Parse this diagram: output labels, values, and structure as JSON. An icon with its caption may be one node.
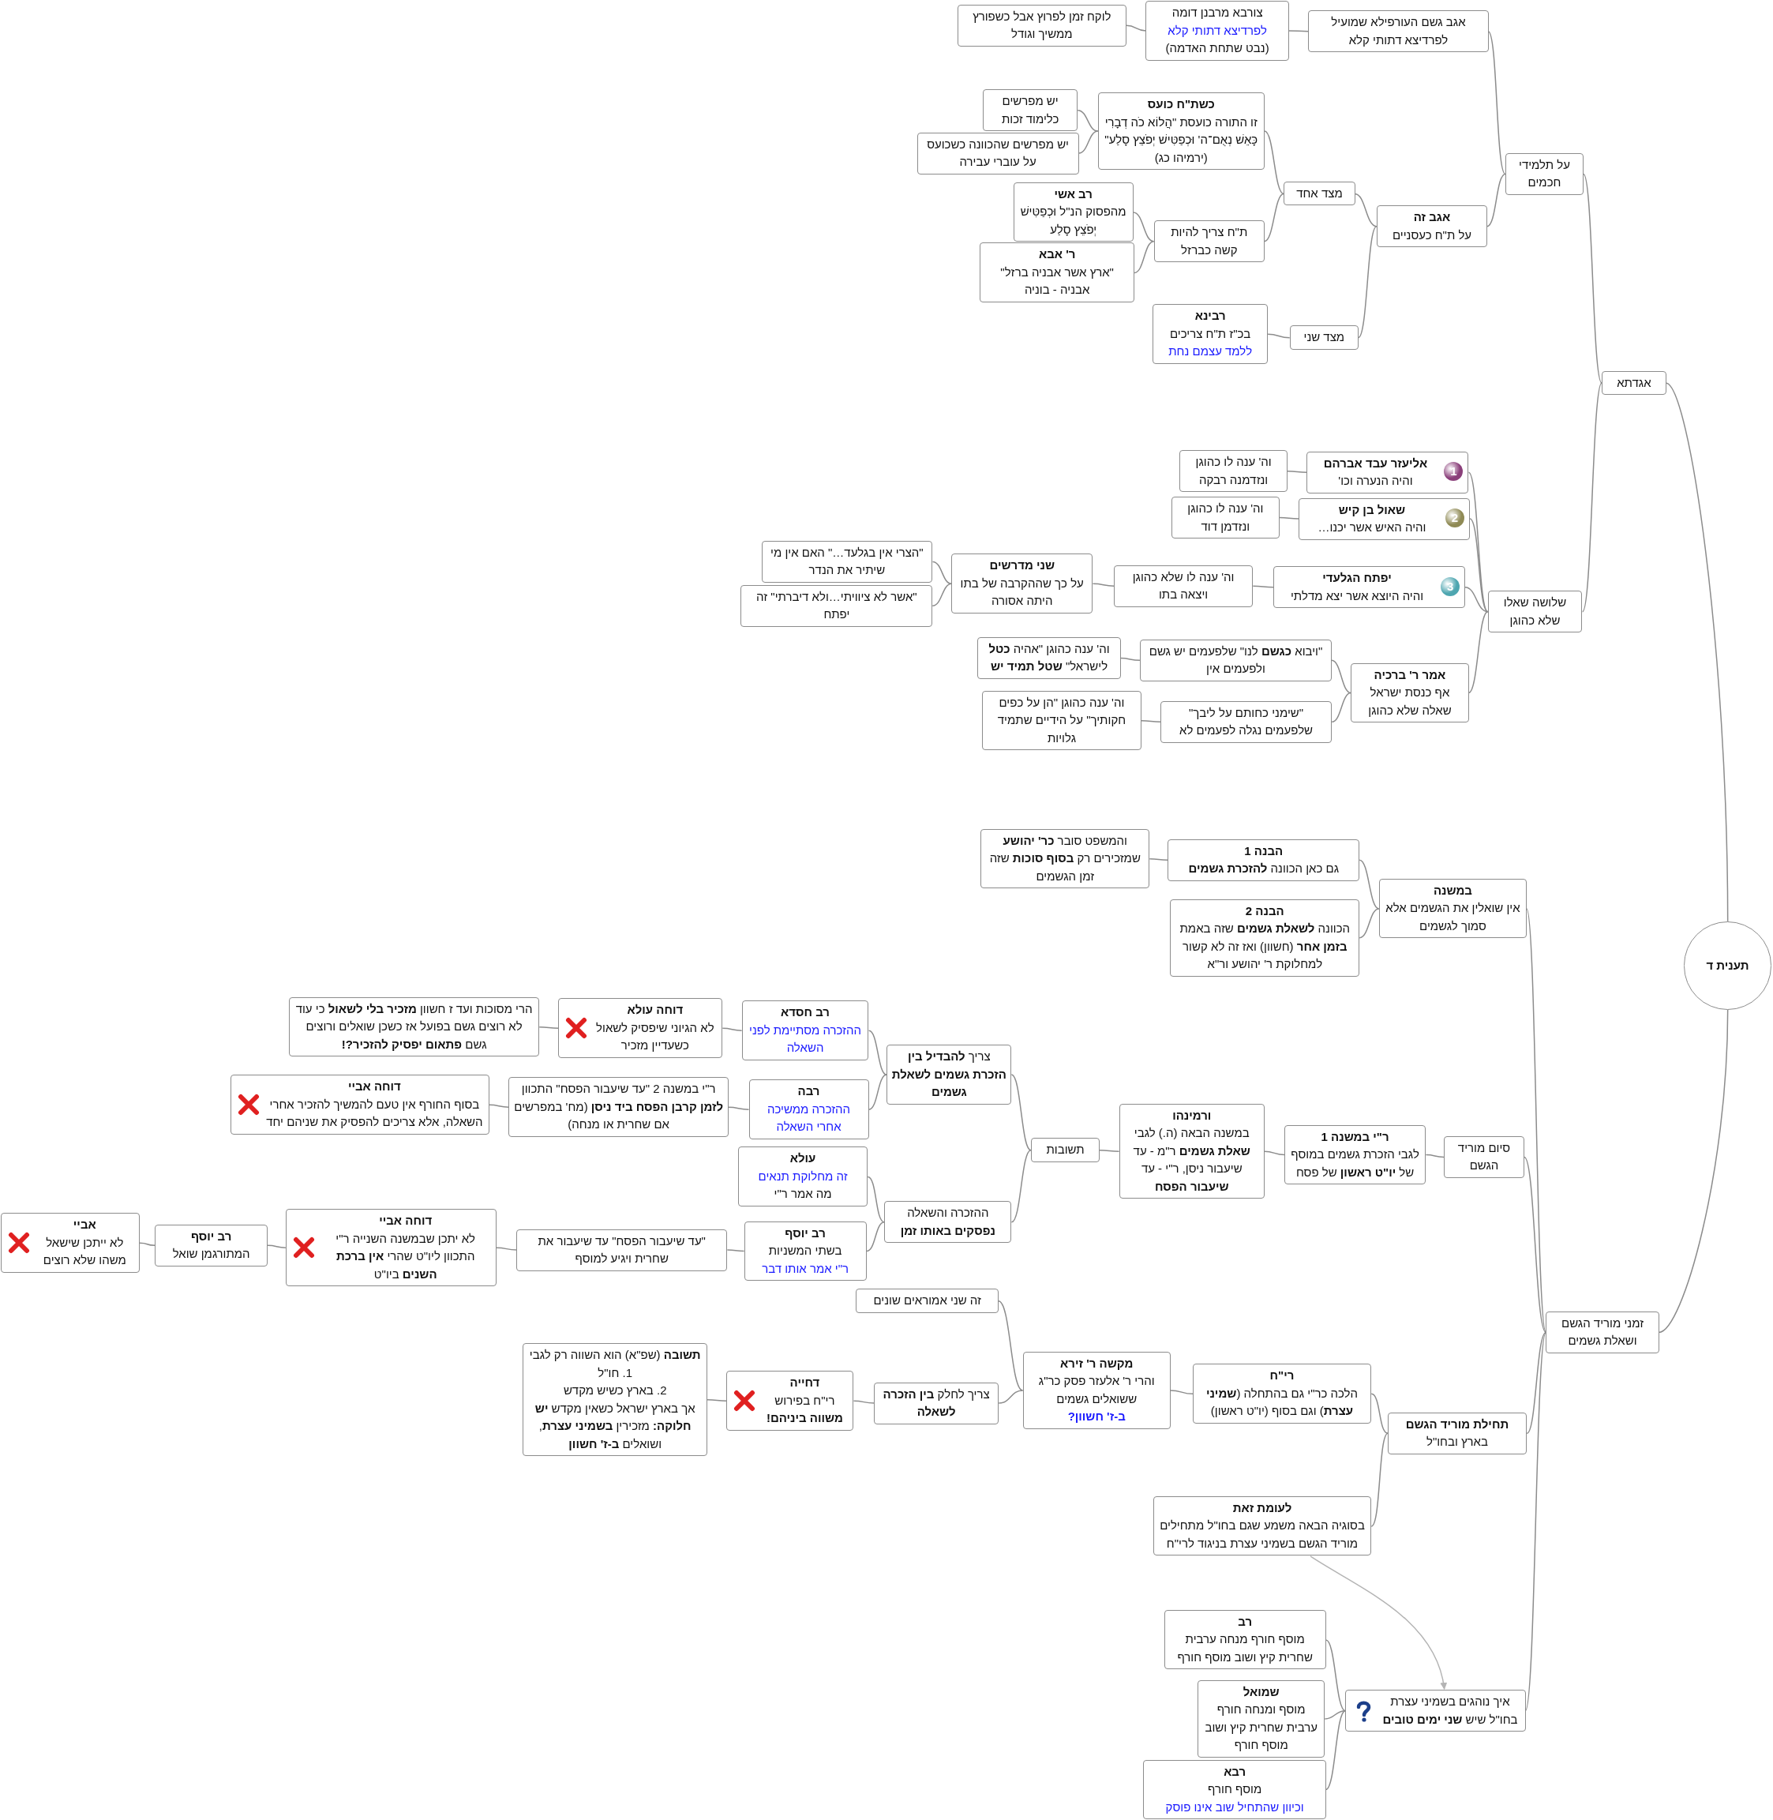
{
  "diagram": {
    "nodes": [
      {
        "text": [
          "תענית ד"
        ]
      },
      {
        "text": [
          "אגדתא"
        ]
      },
      {
        "text": [
          "זמני מוריד הגשם ושאלת גשמים"
        ]
      },
      {
        "text": [
          "על תלמידי חכמים"
        ]
      },
      {
        "text": [
          "שלושה שאלו שלא כהוגן"
        ]
      },
      {
        "text": [
          "אגב גשם העורפילא שמועיל לפרדיצא דתותי קלא"
        ]
      },
      {
        "text": [
          "אגב זה",
          "על ת\"ח כעסניים"
        ]
      },
      {
        "text": [
          "צורבא מרבנן דומה",
          "לפרדיצא דתותי קלא",
          "(נבט שתחת האדמה)"
        ]
      },
      {
        "text": [
          "לוקח זמן לפרוץ אבל כשפורץ ממשיך וגודל"
        ]
      },
      {
        "text": [
          "מצד אחד"
        ]
      },
      {
        "text": [
          "מצד שני"
        ]
      },
      {
        "text": [
          "כשת\"ח כועס",
          "זו התורה כועסת \"הֲלוֹא כֹה דְבָרִי כָּאֵשׁ נְאֻם־ה' וּכְפַטִּישׁ יְפֹצֵץ סָלַע\" (ירמיהו כג)"
        ]
      },
      {
        "text": [
          "ת\"ח צריך להיות קשה כברזל"
        ]
      },
      {
        "text": [
          "יש מפרשים כלימוד זכות"
        ]
      },
      {
        "text": [
          "יש מפרשים שהכוונה כשכועס על עוברי עבירה"
        ]
      },
      {
        "text": [
          "רב אשי",
          "מהפסוק הנ\"ל וּכְפַטִּישׁ יְפֹצֵץ סָלַע"
        ]
      },
      {
        "text": [
          "ר' אבא",
          "\"ארץ אשר אבניה ברזל\" אבניה - בוניה"
        ]
      },
      {
        "text": [
          "רבינא",
          "בכ\"ז ת\"ח צריכים",
          "ללמד עצמם נחת"
        ]
      },
      {
        "text": [
          "אליעזר עבד אברהם",
          "והיה הנערה וכו'",
          "1"
        ]
      },
      {
        "text": [
          "שאול בן קיש",
          "והיה האיש אשר יכנו…",
          "2"
        ]
      },
      {
        "text": [
          "יפתח הגלעדי",
          "והיה היוצא אשר יצא מדלתי",
          "3"
        ]
      },
      {
        "text": [
          "אמר ר' ברכיה",
          "אף כנסת ישראל שאלה שלא כהוגן"
        ]
      },
      {
        "text": [
          "וה' ענה לו כהוגן ונזדמנה רבקה"
        ]
      },
      {
        "text": [
          "וה' ענה לו כהוגן ונזדמן דוד"
        ]
      },
      {
        "text": [
          "וה' ענה לו שלא כהוגן ויצאה בתו"
        ]
      },
      {
        "text": [
          "שני מדרשים",
          "על כך שההקרבה של בתו היתה אסורה"
        ]
      },
      {
        "text": [
          "\"הצרי אין בגלעד…\" האם אין מי שיתיר את הנדר"
        ]
      },
      {
        "text": [
          "\"אשר לא ציוויתי…ולא דיברתי\" זה יפתח"
        ]
      },
      {
        "text": [
          "\"ויבוא **כגשם** לנו\" שלפעמים יש גשם ולפעמים אין"
        ]
      },
      {
        "text": [
          "\"שימני כחותם על ליבך\" שלפעמים נגלה לפעמים לא"
        ]
      },
      {
        "text": [
          "וה' ענה כהוגן \"אהיה **כטל** לישראל\" **שטל תמיד יש**"
        ]
      },
      {
        "text": [
          "וה' ענה כהוגן \"הן על כפים חקותיך\" על הידיים שתמיד גלויות"
        ]
      },
      {
        "text": [
          "במשנה",
          "אין שואלין את הגשמים אלא סמוך לגשמים"
        ]
      },
      {
        "text": [
          "סיום מוריד הגשם"
        ]
      },
      {
        "text": [
          "תחילת מוריד הגשם",
          "בארץ ובחו\"ל"
        ]
      },
      {
        "text": [
          "איך נוהגים בשמיני עצרת בחו\"ל שיש **שני ימים טובים**"
        ]
      },
      {
        "text": [
          "הבנה 1",
          "גם כאן הכוונה **להזכרת גשמים**"
        ]
      },
      {
        "text": [
          "הבנה 2",
          "הכוונה **לשאלת גשמים** שזה באמת **בזמן אחר** (חשוון) ואז זה לא קשור למחלוקת ר' יהושע ור\"א"
        ]
      },
      {
        "text": [
          "והמשפט סובר **כר' יהושע** שמזכירים רק **בסוף סוכות** שזה זמן הגשמים"
        ]
      },
      {
        "text": [
          "ר\"י במשנה 1",
          "לגבי הזכרת גשמים במוסף של **יו\"ט ראשון** של פסח"
        ]
      },
      {
        "text": [
          "ורמינהו",
          "במשנה הבאה (ה.) לגבי **שאלת גשמים** ר\"מ - עד שיעבור ניסן, ר\"י - עד **שיעבור הפסח**"
        ]
      },
      {
        "text": [
          "תשובות"
        ]
      },
      {
        "text": [
          "צריך **להבדיל בין הזכרת גשמים לשאלת גשמים**"
        ]
      },
      {
        "text": [
          "ההזכרה והשאלה **נפסקים באותו זמן**"
        ]
      },
      {
        "text": [
          "רב חסדא",
          "ההזכרה מסתיימת לפני השאלה"
        ]
      },
      {
        "text": [
          "רבה",
          "ההזכרה ממשיכה אחרי השאלה"
        ]
      },
      {
        "text": [
          "דוחה עולא",
          "לא הגיוני שיפסיק לשאול כשעדיין מזכיר"
        ]
      },
      {
        "text": [
          "הרי מסוכות ועד ז חשוון **מזכיר בלי לשאול** כי עוד לא רוצים גשם בפועל אז כשכן שואלים ורוצים גשם **פתאום יפסיק להזכיר?!**"
        ]
      },
      {
        "text": [
          "ר\"י במשנה 2 \"עד שיעבור הפסח\" התכוון **לזמן קרבן הפסח ביד ניסן** (מח' במפרשים אם שחרית או מנחה)"
        ]
      },
      {
        "text": [
          "דוחה אביי",
          "בסוף החורף אין טעם להמשיך להזכיר אחרי השאלה, אלא צריכים להפסיק את שניהם יחד"
        ]
      },
      {
        "text": [
          "עולא",
          "זה מחלוקת תנאים",
          "מה אמר ר\"י"
        ]
      },
      {
        "text": [
          "רב יוסף",
          "בשתי המשניות",
          "ר\"י אמר אותו דבר"
        ]
      },
      {
        "text": [
          "\"עד שיעבור הפסח\" עד שיעבור את שחרית ויגיע למוסף"
        ]
      },
      {
        "text": [
          "דוחה אביי",
          "לא יתכן שבמשנה השנייה ר\"י התכוון ליו\"ט שהרי **אין ברכת השנים** ביו\"ט"
        ]
      },
      {
        "text": [
          "רב יוסף",
          "המתורגמן שואל"
        ]
      },
      {
        "text": [
          "אביי",
          "לא ייתכן שישאל משהו שלא רוצים"
        ]
      },
      {
        "text": [
          "רי\"ח",
          "הלכה כר\"י גם בהתחלה (**שמיני עצרת**) וגם בסוף (יו\"ט ראשון)"
        ]
      },
      {
        "text": [
          "לעומת זאת",
          "בסוגיה הבאה משמע שגם בחו\"ל מתחילים מוריד הגשם בשמיני עצרת בניגוד לרי\"ח"
        ]
      },
      {
        "text": [
          "מקשה ר' זירא",
          "והרי ר' אלעזר פסק כר\"ג ששואלים גשמים",
          "ב-ז' חשוון?"
        ]
      },
      {
        "text": [
          "זה שני אמוראים שונים"
        ]
      },
      {
        "text": [
          "צריך לחלק **בין הזכרה לשאלה**"
        ]
      },
      {
        "text": [
          "דחייה",
          "רי\"ח בפירוש **משווה ביניהם!**"
        ]
      },
      {
        "text": [
          "**תשובה** (שפ\"א) הוא השווה רק לגבי",
          "1. חו\"ל",
          "2. בארץ כשיש מקדש",
          "אך בארץ ישראל כשאין מקדש **יש חלוקה:** מזכירין **בשמיני עצרת**, ושואלים **ב-ז' חשוון**"
        ]
      },
      {
        "text": [
          "רב",
          "מוסף חורף מנחה ערבית שחרית קיץ ושוב מוסף חורף"
        ]
      },
      {
        "text": [
          "שמואל",
          "מוסף ומנחה חורף ערבית שחרית קיץ ושוב מוסף חורף"
        ]
      },
      {
        "text": [
          "רבא",
          "מוסף חורף",
          "וכיוון שהתחיל שוב אינו פוסק"
        ]
      }
    ],
    "edges": [
      {
        "from": 0,
        "to": 1,
        "arrow": "none"
      },
      {
        "from": 0,
        "to": 2,
        "arrow": "none"
      },
      {
        "from": 1,
        "to": 3,
        "arrow": "none"
      },
      {
        "from": 1,
        "to": 4,
        "arrow": "none"
      },
      {
        "from": 3,
        "to": 5,
        "arrow": "none"
      },
      {
        "from": 3,
        "to": 6,
        "arrow": "none"
      },
      {
        "from": 5,
        "to": 7,
        "arrow": "none"
      },
      {
        "from": 7,
        "to": 8,
        "arrow": "none"
      },
      {
        "from": 6,
        "to": 9,
        "arrow": "none"
      },
      {
        "from": 6,
        "to": 10,
        "arrow": "none"
      },
      {
        "from": 9,
        "to": 11,
        "arrow": "none"
      },
      {
        "from": 9,
        "to": 12,
        "arrow": "none"
      },
      {
        "from": 11,
        "to": 13,
        "arrow": "none"
      },
      {
        "from": 11,
        "to": 14,
        "arrow": "none"
      },
      {
        "from": 12,
        "to": 15,
        "arrow": "none"
      },
      {
        "from": 12,
        "to": 16,
        "arrow": "none"
      },
      {
        "from": 10,
        "to": 17,
        "arrow": "none"
      },
      {
        "from": 4,
        "to": 18,
        "arrow": "none"
      },
      {
        "from": 4,
        "to": 19,
        "arrow": "none"
      },
      {
        "from": 4,
        "to": 20,
        "arrow": "none"
      },
      {
        "from": 4,
        "to": 21,
        "arrow": "none"
      },
      {
        "from": 18,
        "to": 22,
        "arrow": "none"
      },
      {
        "from": 19,
        "to": 23,
        "arrow": "none"
      },
      {
        "from": 20,
        "to": 24,
        "arrow": "none"
      },
      {
        "from": 24,
        "to": 25,
        "arrow": "none"
      },
      {
        "from": 25,
        "to": 26,
        "arrow": "none"
      },
      {
        "from": 25,
        "to": 27,
        "arrow": "none"
      },
      {
        "from": 21,
        "to": 28,
        "arrow": "none"
      },
      {
        "from": 21,
        "to": 29,
        "arrow": "none"
      },
      {
        "from": 28,
        "to": 30,
        "arrow": "none"
      },
      {
        "from": 29,
        "to": 31,
        "arrow": "none"
      },
      {
        "from": 2,
        "to": 32,
        "arrow": "none"
      },
      {
        "from": 2,
        "to": 33,
        "arrow": "none"
      },
      {
        "from": 2,
        "to": 34,
        "arrow": "none"
      },
      {
        "from": 2,
        "to": 35,
        "arrow": "none"
      },
      {
        "from": 32,
        "to": 36,
        "arrow": "none"
      },
      {
        "from": 32,
        "to": 37,
        "arrow": "none"
      },
      {
        "from": 36,
        "to": 38,
        "arrow": "none"
      },
      {
        "from": 33,
        "to": 39,
        "arrow": "none"
      },
      {
        "from": 39,
        "to": 40,
        "arrow": "none"
      },
      {
        "from": 40,
        "to": 41,
        "arrow": "none"
      },
      {
        "from": 41,
        "to": 42,
        "arrow": "none"
      },
      {
        "from": 41,
        "to": 43,
        "arrow": "none"
      },
      {
        "from": 42,
        "to": 44,
        "arrow": "none"
      },
      {
        "from": 42,
        "to": 45,
        "arrow": "none"
      },
      {
        "from": 44,
        "to": 46,
        "arrow": "none"
      },
      {
        "from": 46,
        "to": 47,
        "arrow": "none"
      },
      {
        "from": 45,
        "to": 48,
        "arrow": "none"
      },
      {
        "from": 48,
        "to": 49,
        "arrow": "none"
      },
      {
        "from": 43,
        "to": 50,
        "arrow": "none"
      },
      {
        "from": 43,
        "to": 51,
        "arrow": "none"
      },
      {
        "from": 51,
        "to": 52,
        "arrow": "none"
      },
      {
        "from": 52,
        "to": 53,
        "arrow": "none"
      },
      {
        "from": 53,
        "to": 54,
        "arrow": "none"
      },
      {
        "from": 54,
        "to": 55,
        "arrow": "none"
      },
      {
        "from": 34,
        "to": 56,
        "arrow": "none"
      },
      {
        "from": 34,
        "to": 57,
        "arrow": "none"
      },
      {
        "from": 56,
        "to": 58,
        "arrow": "none"
      },
      {
        "from": 58,
        "to": 59,
        "arrow": "none"
      },
      {
        "from": 58,
        "to": 60,
        "arrow": "none"
      },
      {
        "from": 60,
        "to": 61,
        "arrow": "none"
      },
      {
        "from": 61,
        "to": 62,
        "arrow": "none"
      },
      {
        "from": 57,
        "to": 35,
        "arrow": "to",
        "color": "#b4b4b4"
      },
      {
        "from": 35,
        "to": 63,
        "arrow": "none"
      },
      {
        "from": 35,
        "to": 64,
        "arrow": "none"
      },
      {
        "from": 35,
        "to": 65,
        "arrow": "none"
      }
    ]
  }
}
